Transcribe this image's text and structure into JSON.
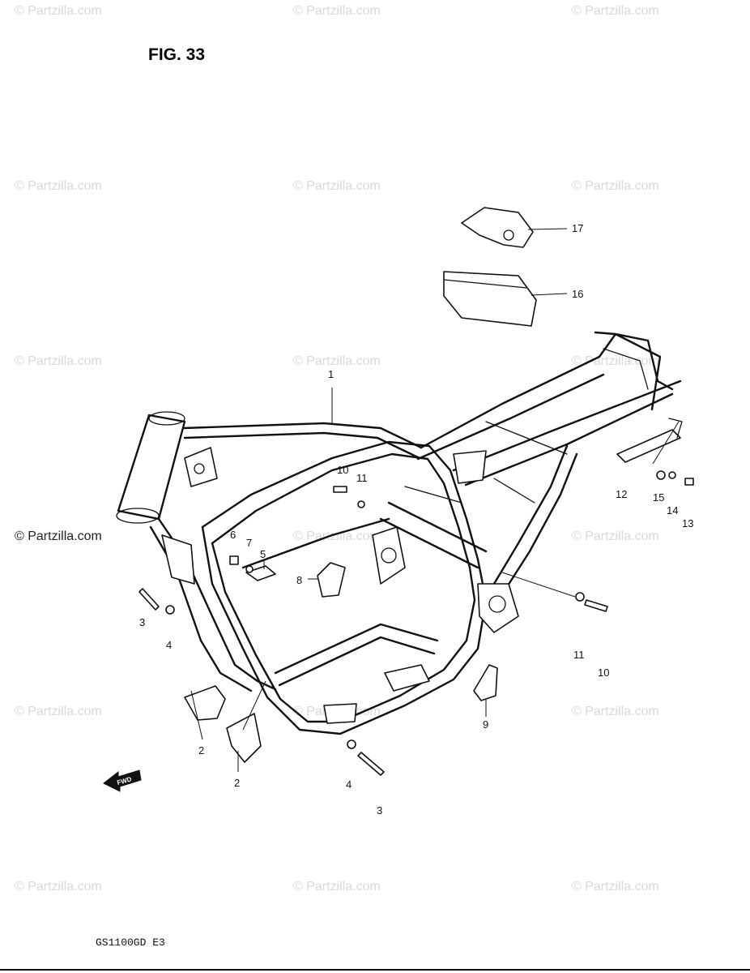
{
  "figure": {
    "title": "FIG. 33",
    "model_code": "GS1100GD E3"
  },
  "watermark": {
    "text": "© Partzilla.com",
    "prominent_text": "© Partzilla.com"
  },
  "fwd_label": "FWD",
  "callouts": {
    "c1": "1",
    "c2a": "2",
    "c2b": "2",
    "c3a": "3",
    "c3b": "3",
    "c4a": "4",
    "c4b": "4",
    "c5": "5",
    "c6": "6",
    "c7": "7",
    "c8": "8",
    "c9": "9",
    "c10a": "10",
    "c10b": "10",
    "c11a": "11",
    "c11b": "11",
    "c12": "12",
    "c13": "13",
    "c14": "14",
    "c15": "15",
    "c16": "16",
    "c17": "17"
  }
}
